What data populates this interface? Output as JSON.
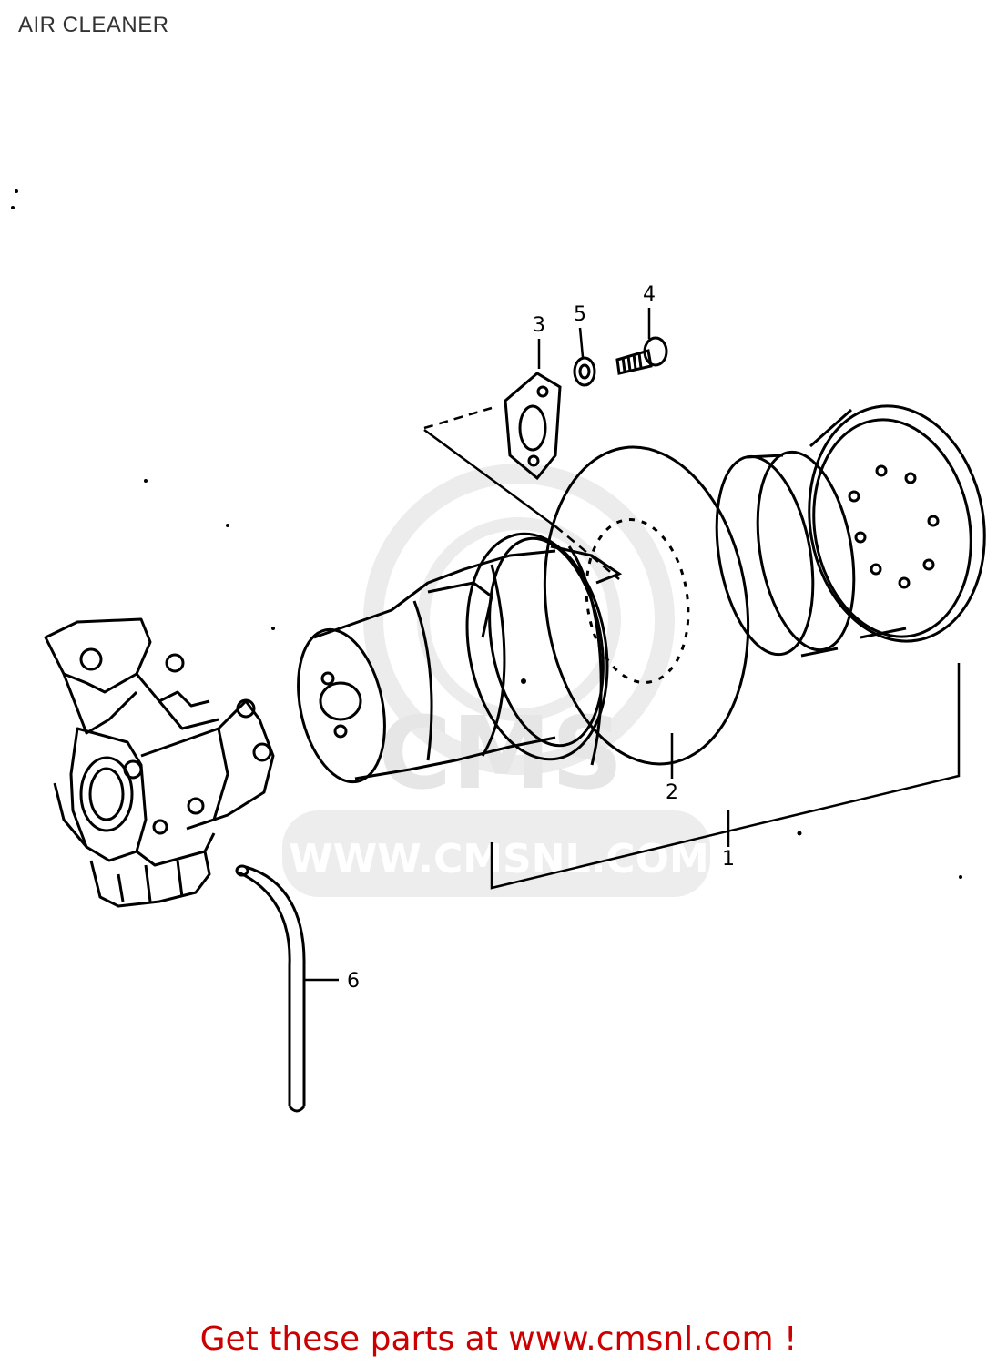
{
  "header": {
    "title": "AIR CLEANER"
  },
  "watermark": {
    "url_text": "WWW.CMSNL.COM",
    "logo_text": "CMS"
  },
  "callouts": [
    {
      "id": "1",
      "label": "1"
    },
    {
      "id": "2",
      "label": "2"
    },
    {
      "id": "3",
      "label": "3"
    },
    {
      "id": "4",
      "label": "4"
    },
    {
      "id": "5",
      "label": "5"
    },
    {
      "id": "6",
      "label": "6"
    }
  ],
  "footer": {
    "link_text": "Get these parts at www.cmsnl.com !",
    "color": "#cc0000"
  },
  "colors": {
    "line": "#000000",
    "watermark": "#e6e6e6",
    "footer": "#cc0000"
  }
}
